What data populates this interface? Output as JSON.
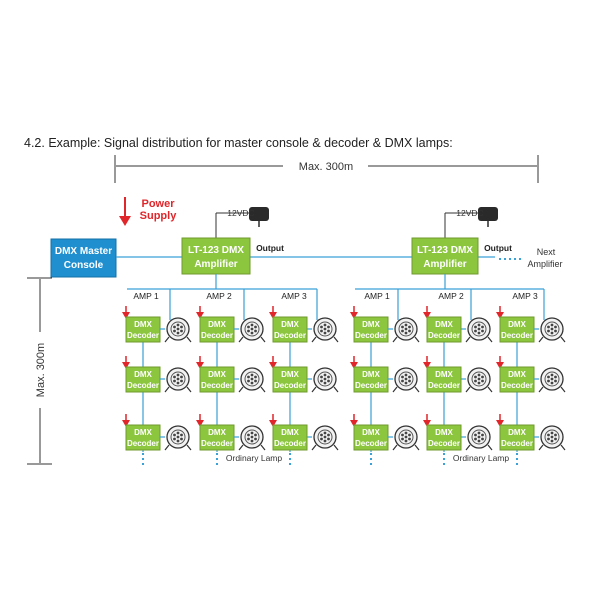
{
  "heading": "4.2. Example: Signal distribution for master console & decoder & DMX lamps:",
  "dimensions": {
    "horizontal": "Max. 300m",
    "vertical": "Max. 300m"
  },
  "power_supply": {
    "label_line1": "Power",
    "label_line2": "Supply"
  },
  "master_console": {
    "line1": "DMX Master",
    "line2": "Console"
  },
  "amplifiers": [
    {
      "line1": "LT-123 DMX",
      "line2": "Amplifier",
      "output": "Output",
      "psu": "12VDC"
    },
    {
      "line1": "LT-123 DMX",
      "line2": "Amplifier",
      "output": "Output",
      "psu": "12VDC"
    }
  ],
  "next_amplifier": {
    "line1": "Next",
    "line2": "Amplifier"
  },
  "amp_channels": [
    "AMP 1",
    "AMP 2",
    "AMP 3"
  ],
  "decoder": {
    "line1": "DMX",
    "line2": "Decoder"
  },
  "ordinary_lamp": "Ordinary Lamp",
  "colors": {
    "console_fill": "#1f8fd0",
    "decoder_fill": "#8cc63f",
    "decoder_stroke": "#6f9a2e",
    "signal_line": "#3aa0d8",
    "arrow_red": "#e0262a",
    "dim_line": "#333333"
  }
}
